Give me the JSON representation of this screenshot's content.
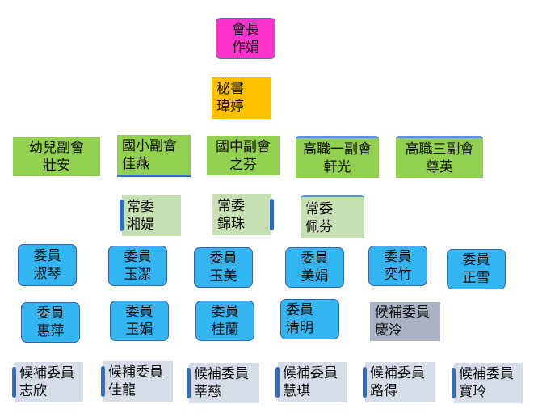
{
  "nodes": {
    "president": {
      "title": "會長",
      "name": "作娟"
    },
    "secretary": {
      "title": "秘書",
      "name": "瑋婷"
    },
    "vp_kindergarten": {
      "title": "幼兒副會",
      "name": "壯安"
    },
    "vp_elementary": {
      "title": "國小副會",
      "name": "佳燕"
    },
    "vp_junior": {
      "title": "國中副會",
      "name": "之芬"
    },
    "vp_vocational1": {
      "title": "高職一副會",
      "name": "軒光"
    },
    "vp_vocational3": {
      "title": "高職三副會",
      "name": "尊英"
    },
    "standing": [
      {
        "title": "常委",
        "name": "湘媞"
      },
      {
        "title": "常委",
        "name": "錦珠"
      },
      {
        "title": "常委",
        "name": "佩芬"
      }
    ],
    "members_row1": [
      {
        "title": "委員",
        "name": "淑琴"
      },
      {
        "title": "委員",
        "name": "玉潔"
      },
      {
        "title": "委員",
        "name": "玉美"
      },
      {
        "title": "委員",
        "name": "美娟"
      },
      {
        "title": "委員",
        "name": "奕竹"
      },
      {
        "title": "委員",
        "name": "正雪"
      }
    ],
    "members_row2": [
      {
        "title": "委員",
        "name": "惠萍"
      },
      {
        "title": "委員",
        "name": "玉娟"
      },
      {
        "title": "委員",
        "name": "桂蘭"
      },
      {
        "title": "委員",
        "name": "清明"
      }
    ],
    "alternate_gray": {
      "title": "候補委員",
      "name": "慶泠"
    },
    "alternates": [
      {
        "title": "候補委員",
        "name": "志欣"
      },
      {
        "title": "候補委員",
        "name": "佳龍"
      },
      {
        "title": "候補委員",
        "name": "莘慈"
      },
      {
        "title": "候補委員",
        "name": "慧琪"
      },
      {
        "title": "候補委員",
        "name": "路得"
      },
      {
        "title": "候補委員",
        "name": "寶玲"
      }
    ]
  },
  "colors": {
    "president": "#ff33cc",
    "secretary": "#ffc000",
    "vice_president": "#92d050",
    "standing": "#c6e0b4",
    "member": "#33b5f2",
    "alternate": "#d6dce8",
    "alternate_gray": "#a9b1c2"
  }
}
